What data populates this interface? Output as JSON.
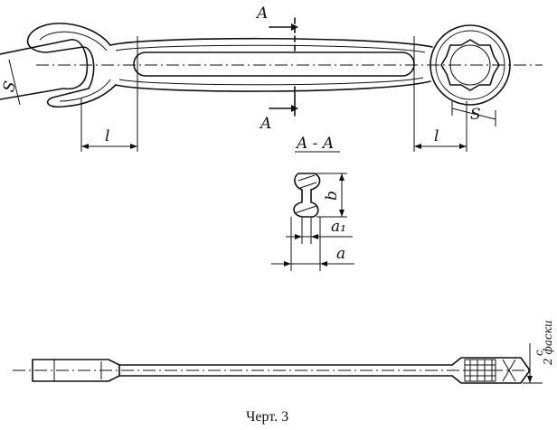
{
  "labels": {
    "section_mark": "A",
    "section_title": "A - A",
    "jaw_size": "S",
    "length": "l",
    "height": "b",
    "thickness_inner": "a₁",
    "thickness": "a",
    "chamfer_size": "c",
    "chamfer_note": "2 фаски"
  },
  "caption": "Черт. 3"
}
